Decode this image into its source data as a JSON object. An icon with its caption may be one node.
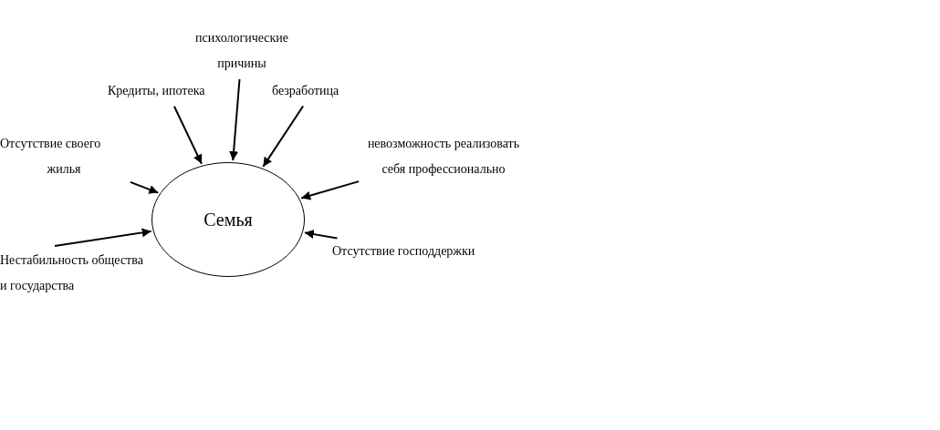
{
  "diagram": {
    "nodes": [
      {
        "text": [
          "Семья"
        ]
      },
      {
        "text": [
          "психологические причины"
        ]
      },
      {
        "text": [
          "Кредиты, ипотека"
        ]
      },
      {
        "text": [
          "безработица"
        ]
      },
      {
        "text": [
          "Отсутствие своего жилья"
        ]
      },
      {
        "text": [
          "невозможность реализовать себя профессионально"
        ]
      },
      {
        "text": [
          "Нестабильность общества и государства"
        ]
      },
      {
        "text": [
          "Отсутствие господдержки"
        ]
      }
    ],
    "edges": [
      {
        "from": 1,
        "to": 0,
        "arrow": "to"
      },
      {
        "from": 2,
        "to": 0,
        "arrow": "to"
      },
      {
        "from": 3,
        "to": 0,
        "arrow": "to"
      },
      {
        "from": 4,
        "to": 0,
        "arrow": "to"
      },
      {
        "from": 5,
        "to": 0,
        "arrow": "to"
      },
      {
        "from": 6,
        "to": 0,
        "arrow": "to"
      },
      {
        "from": 7,
        "to": 0,
        "arrow": "to"
      }
    ]
  }
}
